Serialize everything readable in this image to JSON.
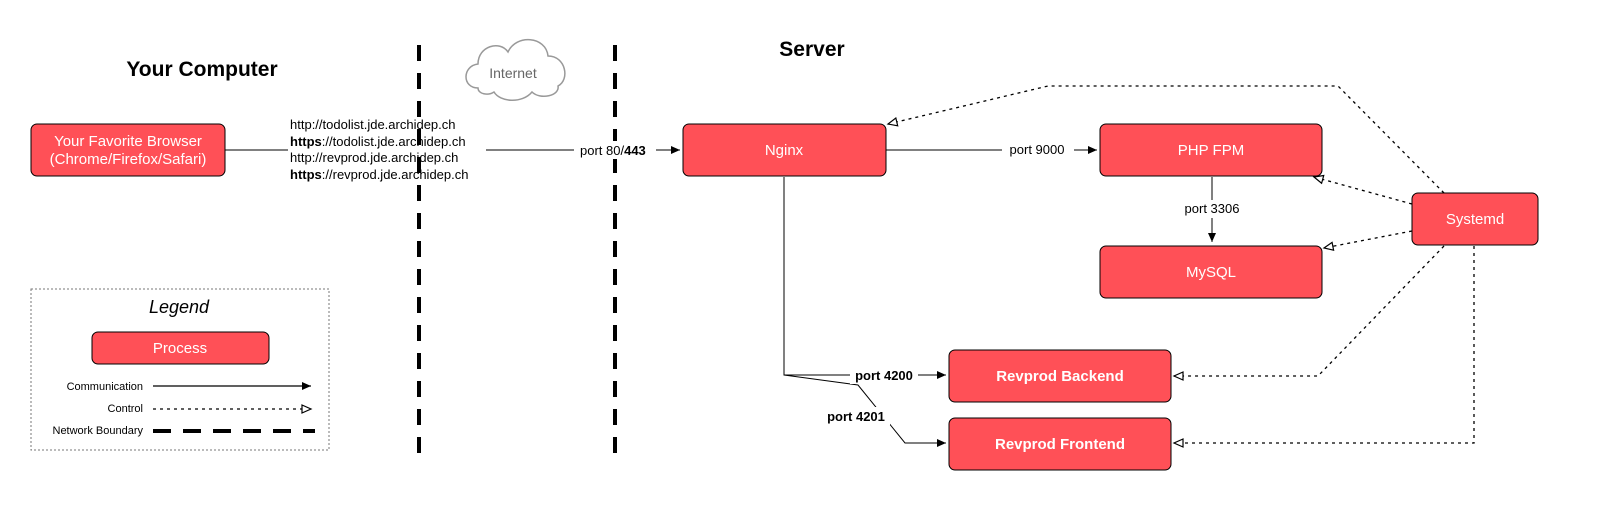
{
  "headings": {
    "your_computer": "Your Computer",
    "server": "Server",
    "internet": "Internet"
  },
  "nodes": {
    "browser": {
      "line1": "Your Favorite Browser",
      "line2": "(Chrome/Firefox/Safari)"
    },
    "nginx": "Nginx",
    "php_fpm": "PHP FPM",
    "mysql": "MySQL",
    "systemd": "Systemd",
    "revprod_backend": "Revprod Backend",
    "revprod_frontend": "Revprod Frontend"
  },
  "urls": [
    {
      "scheme": "http",
      "rest": "://todolist.jde.archidep.ch",
      "bold_scheme": false
    },
    {
      "scheme": "https",
      "rest": "://todolist.jde.archidep.ch",
      "bold_scheme": true
    },
    {
      "scheme": "http",
      "rest": "://revprod.jde.archidep.ch",
      "bold_scheme": false
    },
    {
      "scheme": "https",
      "rest": "://revprod.jde.archidep.ch",
      "bold_scheme": true
    }
  ],
  "edge_labels": {
    "port_80": "port 80/",
    "port_443": "443",
    "port_9000": "port 9000",
    "port_3306": "port 3306",
    "port_4200": "port 4200",
    "port_4201": "port 4201"
  },
  "legend": {
    "title": "Legend",
    "process": "Process",
    "communication": "Communication",
    "control": "Control",
    "network_boundary": "Network Boundary"
  },
  "colors": {
    "process_fill": "#ff5057",
    "process_stroke": "#000000",
    "cloud_stroke": "#999999",
    "cloud_text": "#666666"
  }
}
